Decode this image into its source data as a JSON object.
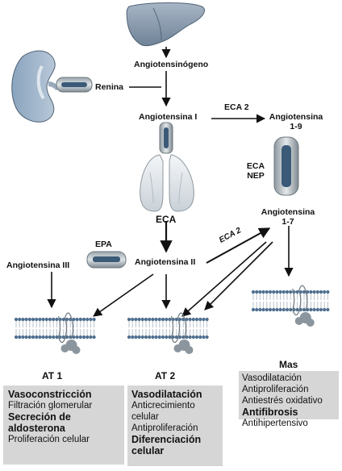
{
  "labels": {
    "angiotensinogeno": "Angiotensinógeno",
    "renina": "Renina",
    "angiotensina_i": "Angiotensina I",
    "eca2": "ECA 2",
    "angiotensina_1_9_a": "Angiotensina",
    "angiotensina_1_9_b": "1-9",
    "eca_short": "ECA",
    "nep": "NEP",
    "angiotensina_1_7_a": "Angiotensina",
    "angiotensina_1_7_b": "1-7",
    "eca": "ECA",
    "epa": "EPA",
    "angiotensina_iii": "Angiotensina III",
    "angiotensina_ii": "Angiotensina II",
    "mas": "Mas",
    "at1": "AT 1",
    "at2": "AT 2"
  },
  "boxes": {
    "at1": [
      "Vasoconstricción",
      "Filtración glomerular",
      "Secreción de",
      "aldosterona",
      "Proliferación celular"
    ],
    "at2": [
      "Vasodilatación",
      "Anticrecimiento",
      "celular",
      "Antiproliferación",
      "Diferenciación",
      "celular"
    ],
    "mas": [
      "Vasodilatación",
      "Antiproliferación",
      "Antiestrés oxidativo",
      "Antifibrosis",
      "Antihipertensivo"
    ]
  },
  "colors": {
    "membrane_head": "#4e6f8f",
    "membrane_tail": "#b9c3cc",
    "receptor": "#8a959e",
    "box_fill": "#d6d6d6"
  }
}
